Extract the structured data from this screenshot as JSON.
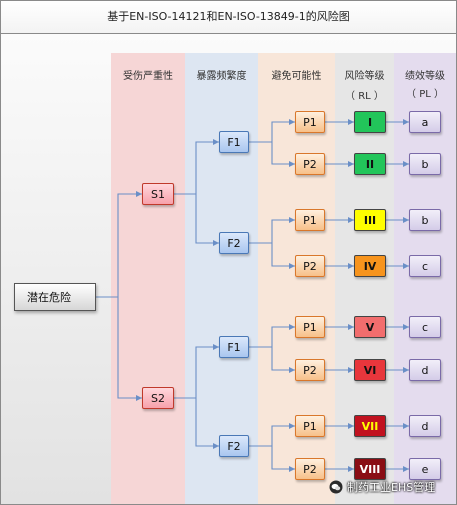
{
  "title": "基于EN-ISO-14121和EN-ISO-13849-1的风险图",
  "columns": {
    "severity": "受伤严重性",
    "frequency": "暴露频繁度",
    "avoidance": "避免可能性",
    "risk_level": "风险等级",
    "risk_level_abbr": "（ RL ）",
    "performance_level": "绩效等级",
    "performance_level_abbr": "（ PL ）"
  },
  "hazard": "潜在危险",
  "severity_nodes": [
    "S1",
    "S2"
  ],
  "frequency_nodes": [
    "F1",
    "F2",
    "F1",
    "F2"
  ],
  "avoidance_nodes": [
    "P1",
    "P2",
    "P1",
    "P2",
    "P1",
    "P2",
    "P1",
    "P2"
  ],
  "risk_levels": [
    {
      "label": "I",
      "color": "#22c55a",
      "text_color": "#111111"
    },
    {
      "label": "II",
      "color": "#22c55a",
      "text_color": "#111111"
    },
    {
      "label": "III",
      "color": "#ffff00",
      "text_color": "#111111"
    },
    {
      "label": "IV",
      "color": "#f7941d",
      "text_color": "#111111"
    },
    {
      "label": "V",
      "color": "#f26d6d",
      "text_color": "#111111"
    },
    {
      "label": "VI",
      "color": "#e8363c",
      "text_color": "#111111"
    },
    {
      "label": "VII",
      "color": "#c1121f",
      "text_color": "#ffff00"
    },
    {
      "label": "VIII",
      "color": "#8a0d14",
      "text_color": "#ffffff"
    }
  ],
  "performance_levels": [
    "a",
    "b",
    "b",
    "c",
    "c",
    "d",
    "d",
    "e"
  ],
  "watermark": "制药工业EHS管理",
  "colors": {
    "severity_column": "#f6d6d6",
    "frequency_column": "#dde6f2",
    "avoidance_column": "#f8e6d9",
    "risk_column": "#e6e6e6",
    "performance_column": "#e4dcee",
    "connector": "#6a8fc7"
  }
}
